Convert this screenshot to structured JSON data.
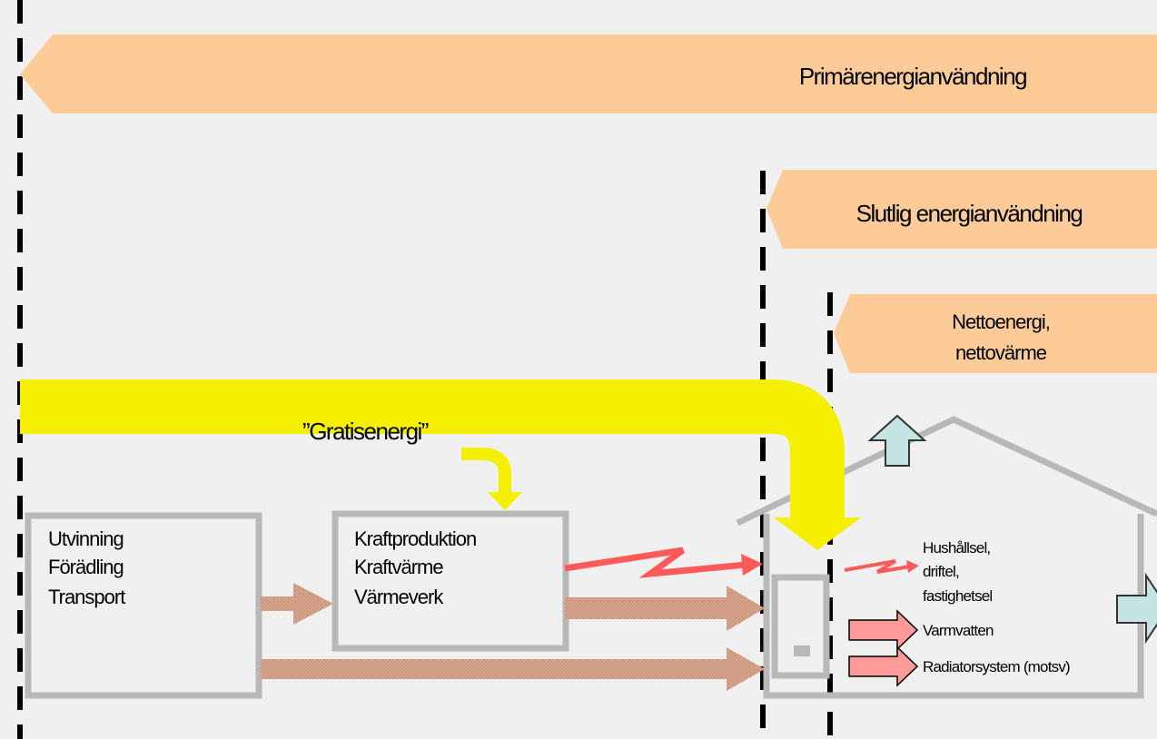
{
  "banners": {
    "primary": "Primärenergianvändning",
    "final": "Slutlig energianvändning",
    "net_line1": "Nettoenergi,",
    "net_line2": "nettovärme"
  },
  "free_energy": "”Gratisenergi”",
  "box_left": {
    "line1": "Utvinning",
    "line2": "Förädling",
    "line3": "Transport"
  },
  "box_mid": {
    "line1": "Kraftproduktion",
    "line2": "Kraftvärme",
    "line3": "Värmeverk"
  },
  "house": {
    "elec_line1": "Hushållsel,",
    "elec_line2": "driftel,",
    "elec_line3": "fastighetsel",
    "hot_water": "Varmvatten",
    "radiator": "Radiatorsystem (motsv)"
  },
  "colors": {
    "banner": "#fccb98",
    "free_energy": "#f5f000",
    "box_border": "#b8b8b8",
    "flow": "#d9a88f",
    "electric": "#ff5a5a",
    "house_arrow": "#ff9a9a",
    "loss_arrow": "#c5e4e4"
  }
}
